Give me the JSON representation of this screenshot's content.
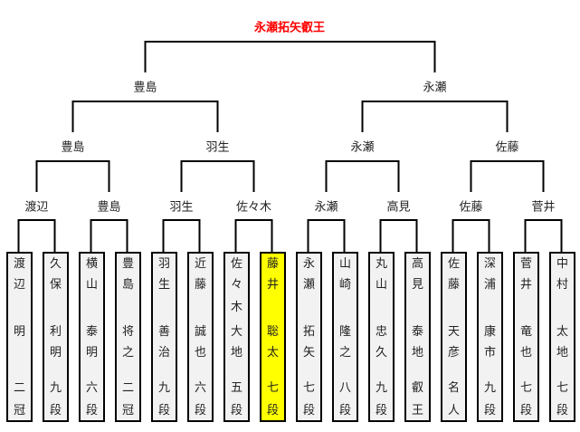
{
  "champion": "永瀬拓矢叡王",
  "players": [
    {
      "family": "渡辺",
      "given": "明",
      "rank": "二冠"
    },
    {
      "family": "久保",
      "given": "利明",
      "rank": "九段"
    },
    {
      "family": "横山",
      "given": "泰明",
      "rank": "六段"
    },
    {
      "family": "豊島",
      "given": "将之",
      "rank": "二冠"
    },
    {
      "family": "羽生",
      "given": "善治",
      "rank": "九段"
    },
    {
      "family": "近藤",
      "given": "誠也",
      "rank": "六段"
    },
    {
      "family": "佐々木",
      "given": "大地",
      "rank": "五段"
    },
    {
      "family": "藤井",
      "given": "聡太",
      "rank": "七段",
      "highlight": true
    },
    {
      "family": "永瀬",
      "given": "拓矢",
      "rank": "七段"
    },
    {
      "family": "山崎",
      "given": "隆之",
      "rank": "八段"
    },
    {
      "family": "丸山",
      "given": "忠久",
      "rank": "九段"
    },
    {
      "family": "高見",
      "given": "泰地",
      "rank": "叡王"
    },
    {
      "family": "佐藤",
      "given": "天彦",
      "rank": "名人"
    },
    {
      "family": "深浦",
      "given": "康市",
      "rank": "九段"
    },
    {
      "family": "菅井",
      "given": "竜也",
      "rank": "七段"
    },
    {
      "family": "中村",
      "given": "太地",
      "rank": "七段"
    }
  ],
  "rounds": [
    [
      "渡辺",
      "豊島",
      "羽生",
      "佐々木",
      "永瀬",
      "高見",
      "佐藤",
      "菅井"
    ],
    [
      "豊島",
      "羽生",
      "永瀬",
      "佐藤"
    ],
    [
      "豊島",
      "永瀬"
    ]
  ],
  "colors": {
    "champion": "#ff0000",
    "highlight": "#ffff00"
  }
}
